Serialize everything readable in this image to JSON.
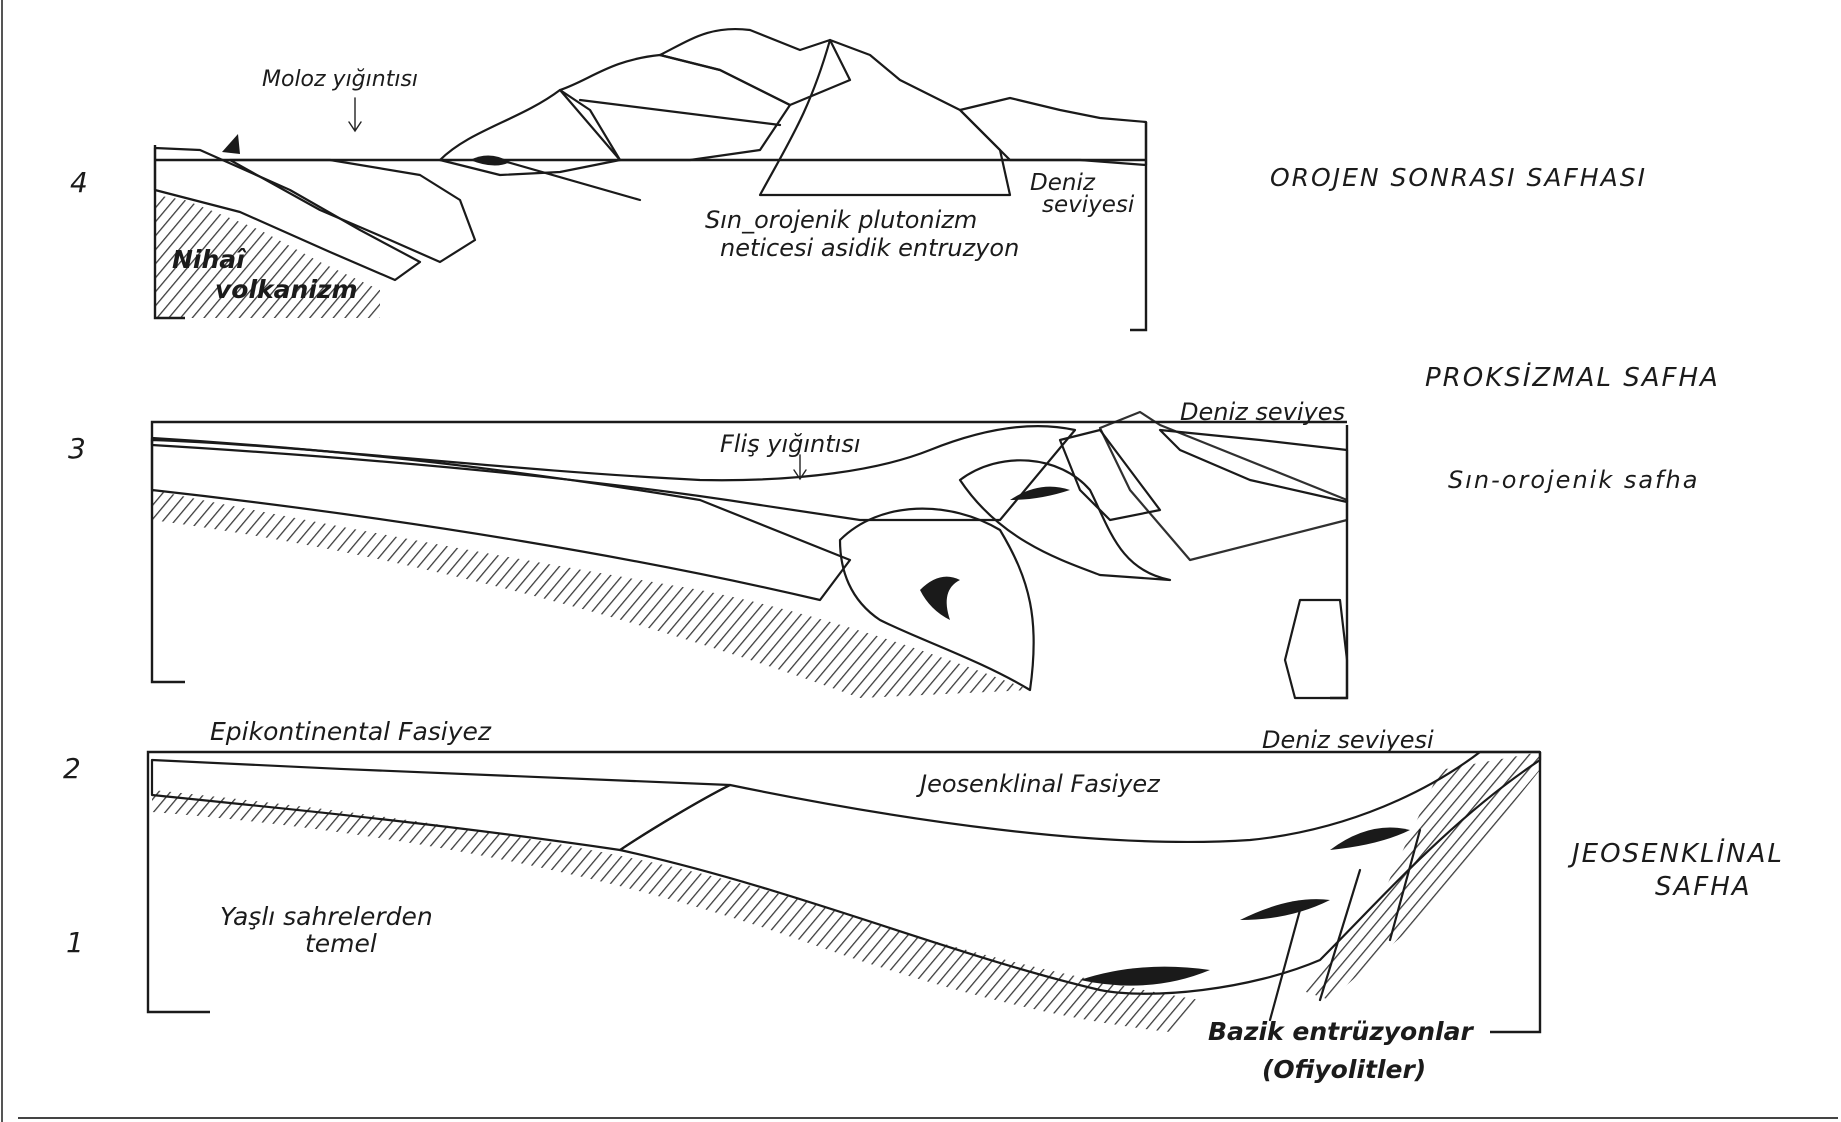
{
  "panels": {
    "p4": {
      "number": "4",
      "labels": {
        "moloz": "Moloz yığıntısı",
        "deniz1": "Deniz",
        "deniz2": "seviyesi",
        "sin1": "Sın_orojenik plutonizm",
        "sin2": "neticesi asidik entruzyon",
        "nihai1": "Nihaî",
        "nihai2": "volkanizm"
      }
    },
    "p3": {
      "number": "3",
      "labels": {
        "flis": "Fliş yığıntısı",
        "deniz": "Deniz seviyes"
      }
    },
    "p21": {
      "number_top": "2",
      "number_bottom": "1",
      "labels": {
        "epi": "Epikontinental Fasiyez",
        "deniz": "Deniz seviyesi",
        "jeo": "Jeosenklinal Fasiyez",
        "yasli1": "Yaşlı sahrelerden",
        "yasli2": "temel",
        "bazik1": "Bazik entrüzyonlar",
        "bazik2": "(Ofiyolitler)"
      }
    }
  },
  "stages": {
    "orojen": "OROJEN SONRASI SAFHASI",
    "proksizmal": "PROKSİZMAL SAFHA",
    "sin": "Sın-orojenik safha",
    "jeo1": "JEOSENKLİNAL",
    "jeo2": "SAFHA"
  }
}
